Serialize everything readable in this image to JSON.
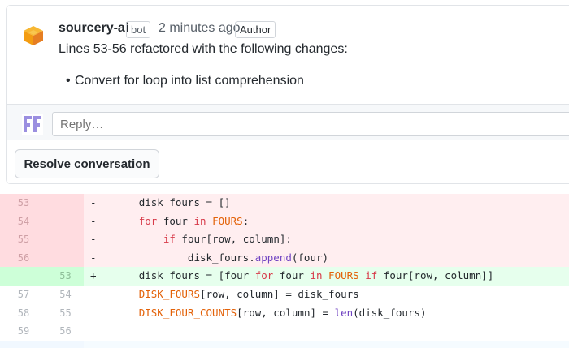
{
  "comment": {
    "author": "sourcery-ai",
    "bot_badge": "bot",
    "time": "2 minutes ago",
    "author_badge": "Author",
    "body": "Lines 53-56 refactored with the following changes:",
    "bullets": [
      "Convert for loop into list comprehension"
    ]
  },
  "reply": {
    "placeholder": "Reply…"
  },
  "resolve": {
    "label": "Resolve conversation"
  },
  "diff": {
    "rows": [
      {
        "type": "del",
        "old": "53",
        "new": "",
        "marker": "-"
      },
      {
        "type": "del",
        "old": "54",
        "new": "",
        "marker": "-"
      },
      {
        "type": "del",
        "old": "55",
        "new": "",
        "marker": "-"
      },
      {
        "type": "del",
        "old": "56",
        "new": "",
        "marker": "-"
      },
      {
        "type": "add",
        "old": "",
        "new": "53",
        "marker": "+"
      },
      {
        "type": "ctx",
        "old": "57",
        "new": "54",
        "marker": ""
      },
      {
        "type": "ctx",
        "old": "58",
        "new": "55",
        "marker": ""
      },
      {
        "type": "ctx",
        "old": "59",
        "new": "56",
        "marker": ""
      }
    ]
  },
  "colors": {
    "deletion_bg": "#ffeef0",
    "addition_bg": "#e6ffed",
    "keyword": "#d73a49",
    "constant": "#e36209",
    "function": "#6f42c1"
  },
  "icons": {
    "avatar": "sourcery-cube-icon",
    "reply_avatar": "user-identicon-icon"
  }
}
